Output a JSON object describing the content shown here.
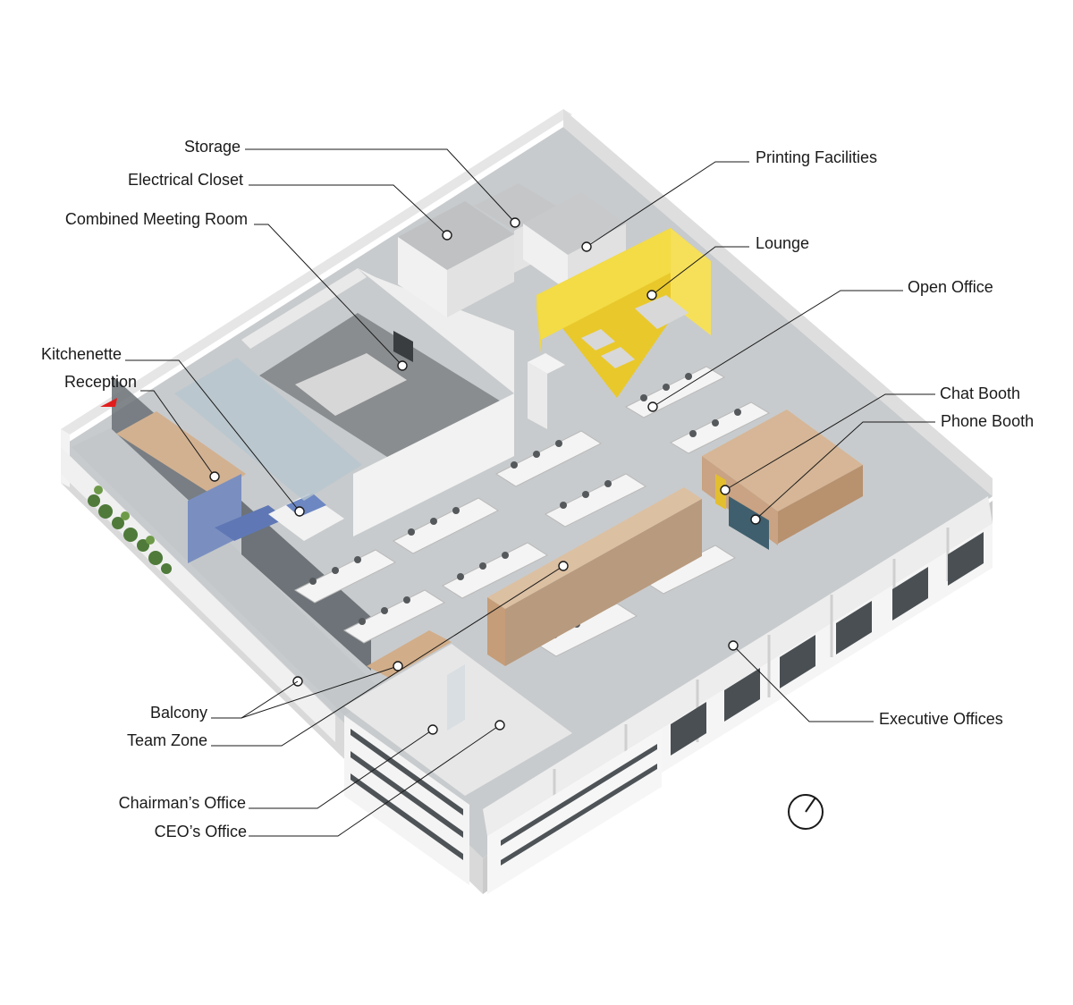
{
  "labels": {
    "storage": "Storage",
    "electrical_closet": "Electrical Closet",
    "combined_meeting_room": "Combined Meeting Room",
    "kitchenette": "Kitchenette",
    "reception": "Reception",
    "printing_facilities": "Printing Facilities",
    "lounge": "Lounge",
    "open_office": "Open Office",
    "chat_booth": "Chat Booth",
    "phone_booth": "Phone Booth",
    "executive_offices": "Executive Offices",
    "balcony": "Balcony",
    "team_zone": "Team Zone",
    "chairmans_office": "Chairman’s Office",
    "ceos_office": "CEO’s Office"
  },
  "icons": {
    "entrance_marker": "red-triangle-icon",
    "compass": "north-arrow-icon"
  },
  "colors": {
    "lounge": "#f2d632",
    "reception_desk": "#6f87be",
    "timber": "#d2b191",
    "floor": "#c9ccce",
    "wall": "#f1f1f1",
    "glass": "#b9c7cf",
    "entrance_marker": "#e21d1d",
    "planting": "#4f7a3a"
  }
}
